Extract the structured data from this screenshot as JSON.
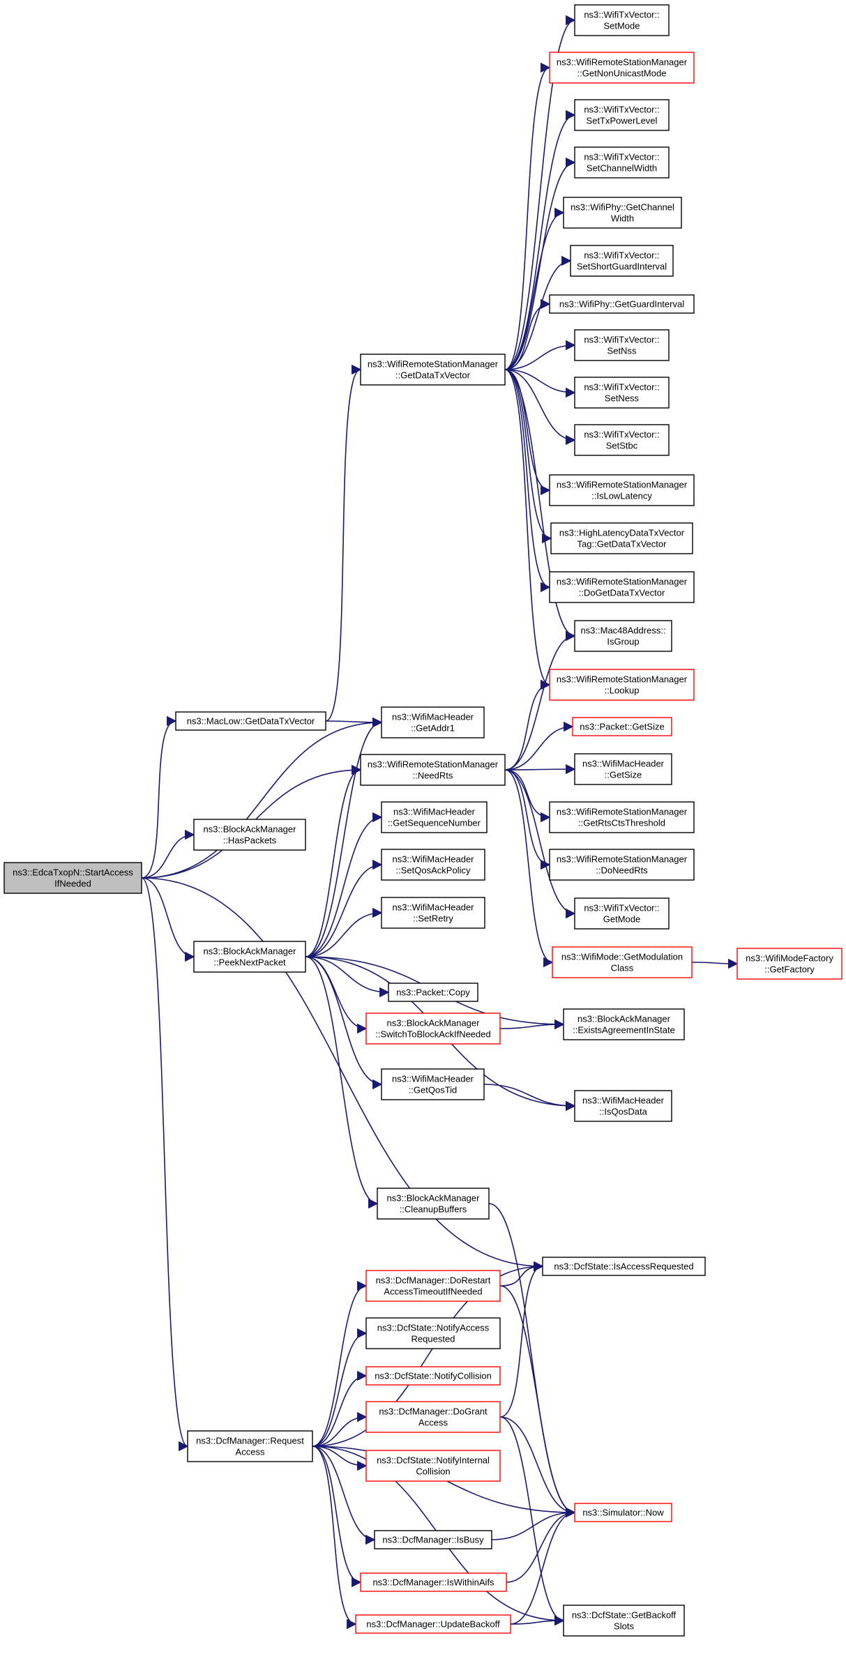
{
  "nodes": {
    "root": {
      "lines": [
        "ns3::EdcaTxopN::StartAccess",
        "IfNeeded"
      ],
      "color": "root"
    },
    "maclow_getdatatx": {
      "lines": [
        "ns3::MacLow::GetDataTxVector"
      ],
      "color": "black"
    },
    "bam_haspackets": {
      "lines": [
        "ns3::BlockAckManager",
        "::HasPackets"
      ],
      "color": "black"
    },
    "bam_peeknext": {
      "lines": [
        "ns3::BlockAckManager",
        "::PeekNextPacket"
      ],
      "color": "black"
    },
    "dcfm_request": {
      "lines": [
        "ns3::DcfManager::Request",
        "Access"
      ],
      "color": "black"
    },
    "wrsm_getdatatx": {
      "lines": [
        "ns3::WifiRemoteStationManager",
        "::GetDataTxVector"
      ],
      "color": "black"
    },
    "wmh_getaddr1": {
      "lines": [
        "ns3::WifiMacHeader",
        "::GetAddr1"
      ],
      "color": "black"
    },
    "wrsm_needrts": {
      "lines": [
        "ns3::WifiRemoteStationManager",
        "::NeedRts"
      ],
      "color": "black"
    },
    "wmh_getseq": {
      "lines": [
        "ns3::WifiMacHeader",
        "::GetSequenceNumber"
      ],
      "color": "black"
    },
    "wmh_setqosack": {
      "lines": [
        "ns3::WifiMacHeader",
        "::SetQosAckPolicy"
      ],
      "color": "black"
    },
    "wmh_setretry": {
      "lines": [
        "ns3::WifiMacHeader",
        "::SetRetry"
      ],
      "color": "black"
    },
    "packet_copy": {
      "lines": [
        "ns3::Packet::Copy"
      ],
      "color": "black"
    },
    "bam_switch": {
      "lines": [
        "ns3::BlockAckManager",
        "::SwitchToBlockAckIfNeeded"
      ],
      "color": "red"
    },
    "wmh_getqostid": {
      "lines": [
        "ns3::WifiMacHeader",
        "::GetQosTid"
      ],
      "color": "black"
    },
    "bam_cleanup": {
      "lines": [
        "ns3::BlockAckManager",
        "::CleanupBuffers"
      ],
      "color": "black"
    },
    "dcfm_dorestart": {
      "lines": [
        "ns3::DcfManager::DoRestart",
        "AccessTimeoutIfNeeded"
      ],
      "color": "red"
    },
    "dcfs_notifyaccess": {
      "lines": [
        "ns3::DcfState::NotifyAccess",
        "Requested"
      ],
      "color": "black"
    },
    "dcfs_notifycoll": {
      "lines": [
        "ns3::DcfState::NotifyCollision"
      ],
      "color": "red"
    },
    "dcfm_dogrant": {
      "lines": [
        "ns3::DcfManager::DoGrant",
        "Access"
      ],
      "color": "red"
    },
    "dcfs_notifyinternal": {
      "lines": [
        "ns3::DcfState::NotifyInternal",
        "Collision"
      ],
      "color": "red"
    },
    "dcfm_isbusy": {
      "lines": [
        "ns3::DcfManager::IsBusy"
      ],
      "color": "black"
    },
    "dcfm_iswithin": {
      "lines": [
        "ns3::DcfManager::IsWithinAifs"
      ],
      "color": "red"
    },
    "dcfm_updatebackoff": {
      "lines": [
        "ns3::DcfManager::UpdateBackoff"
      ],
      "color": "red"
    },
    "wtv_setmode": {
      "lines": [
        "ns3::WifiTxVector::",
        "SetMode"
      ],
      "color": "black"
    },
    "wrsm_getnonunicast": {
      "lines": [
        "ns3::WifiRemoteStationManager",
        "::GetNonUnicastMode"
      ],
      "color": "red"
    },
    "wtv_settxpower": {
      "lines": [
        "ns3::WifiTxVector::",
        "SetTxPowerLevel"
      ],
      "color": "black"
    },
    "wtv_setchwidth": {
      "lines": [
        "ns3::WifiTxVector::",
        "SetChannelWidth"
      ],
      "color": "black"
    },
    "wphy_getchwidth": {
      "lines": [
        "ns3::WifiPhy::GetChannel",
        "Width"
      ],
      "color": "black"
    },
    "wtv_setsgi": {
      "lines": [
        "ns3::WifiTxVector::",
        "SetShortGuardInterval"
      ],
      "color": "black"
    },
    "wphy_getgi": {
      "lines": [
        "ns3::WifiPhy::GetGuardInterval"
      ],
      "color": "black"
    },
    "wtv_setnss": {
      "lines": [
        "ns3::WifiTxVector::",
        "SetNss"
      ],
      "color": "black"
    },
    "wtv_setness": {
      "lines": [
        "ns3::WifiTxVector::",
        "SetNess"
      ],
      "color": "black"
    },
    "wtv_setstbc": {
      "lines": [
        "ns3::WifiTxVector::",
        "SetStbc"
      ],
      "color": "black"
    },
    "wrsm_islowlat": {
      "lines": [
        "ns3::WifiRemoteStationManager",
        "::IsLowLatency"
      ],
      "color": "black"
    },
    "hltag_getdatatx": {
      "lines": [
        "ns3::HighLatencyDataTxVector",
        "Tag::GetDataTxVector"
      ],
      "color": "black"
    },
    "wrsm_dogetdatatx": {
      "lines": [
        "ns3::WifiRemoteStationManager",
        "::DoGetDataTxVector"
      ],
      "color": "black"
    },
    "mac48_isgroup": {
      "lines": [
        "ns3::Mac48Address::",
        "IsGroup"
      ],
      "color": "black"
    },
    "wrsm_lookup": {
      "lines": [
        "ns3::WifiRemoteStationManager",
        "::Lookup"
      ],
      "color": "red"
    },
    "packet_getsize": {
      "lines": [
        "ns3::Packet::GetSize"
      ],
      "color": "red"
    },
    "wmh_getsize": {
      "lines": [
        "ns3::WifiMacHeader",
        "::GetSize"
      ],
      "color": "black"
    },
    "wrsm_getrtscts": {
      "lines": [
        "ns3::WifiRemoteStationManager",
        "::GetRtsCtsThreshold"
      ],
      "color": "black"
    },
    "wrsm_doneedrts": {
      "lines": [
        "ns3::WifiRemoteStationManager",
        "::DoNeedRts"
      ],
      "color": "black"
    },
    "wtv_getmode": {
      "lines": [
        "ns3::WifiTxVector::",
        "GetMode"
      ],
      "color": "black"
    },
    "wmode_getmodclass": {
      "lines": [
        "ns3::WifiMode::GetModulation",
        "Class"
      ],
      "color": "red"
    },
    "bam_existsagreement": {
      "lines": [
        "ns3::BlockAckManager",
        "::ExistsAgreementInState"
      ],
      "color": "black"
    },
    "wmh_isqosdata": {
      "lines": [
        "ns3::WifiMacHeader",
        "::IsQosData"
      ],
      "color": "black"
    },
    "dcfs_isaccessreq": {
      "lines": [
        "ns3::DcfState::IsAccessRequested"
      ],
      "color": "black"
    },
    "sim_now": {
      "lines": [
        "ns3::Simulator::Now"
      ],
      "color": "red"
    },
    "dcfs_getbackoff": {
      "lines": [
        "ns3::DcfState::GetBackoff",
        "Slots"
      ],
      "color": "black"
    },
    "wmf_getfactory": {
      "lines": [
        "ns3::WifiModeFactory",
        "::GetFactory"
      ],
      "color": "red"
    }
  },
  "edges": [
    [
      "root",
      "maclow_getdatatx"
    ],
    [
      "root",
      "wmh_getaddr1"
    ],
    [
      "root",
      "bam_haspackets"
    ],
    [
      "root",
      "wrsm_needrts"
    ],
    [
      "root",
      "bam_peeknext"
    ],
    [
      "root",
      "dcfs_isaccessreq"
    ],
    [
      "root",
      "dcfm_request"
    ],
    [
      "maclow_getdatatx",
      "wrsm_getdatatx"
    ],
    [
      "maclow_getdatatx",
      "wmh_getaddr1"
    ],
    [
      "wrsm_getdatatx",
      "wtv_setmode"
    ],
    [
      "wrsm_getdatatx",
      "wrsm_getnonunicast"
    ],
    [
      "wrsm_getdatatx",
      "wtv_settxpower"
    ],
    [
      "wrsm_getdatatx",
      "wtv_setchwidth"
    ],
    [
      "wrsm_getdatatx",
      "wphy_getchwidth"
    ],
    [
      "wrsm_getdatatx",
      "wtv_setsgi"
    ],
    [
      "wrsm_getdatatx",
      "wphy_getgi"
    ],
    [
      "wrsm_getdatatx",
      "wtv_setnss"
    ],
    [
      "wrsm_getdatatx",
      "wtv_setness"
    ],
    [
      "wrsm_getdatatx",
      "wtv_setstbc"
    ],
    [
      "wrsm_getdatatx",
      "wrsm_islowlat"
    ],
    [
      "wrsm_getdatatx",
      "hltag_getdatatx"
    ],
    [
      "wrsm_getdatatx",
      "wrsm_dogetdatatx"
    ],
    [
      "wrsm_getdatatx",
      "mac48_isgroup"
    ],
    [
      "wrsm_getdatatx",
      "wrsm_lookup"
    ],
    [
      "wrsm_needrts",
      "mac48_isgroup"
    ],
    [
      "wrsm_needrts",
      "wrsm_lookup"
    ],
    [
      "wrsm_needrts",
      "packet_getsize"
    ],
    [
      "wrsm_needrts",
      "wmh_getsize"
    ],
    [
      "wrsm_needrts",
      "wrsm_getrtscts"
    ],
    [
      "wrsm_needrts",
      "wrsm_doneedrts"
    ],
    [
      "wrsm_needrts",
      "wtv_getmode"
    ],
    [
      "wrsm_needrts",
      "wmode_getmodclass"
    ],
    [
      "wmode_getmodclass",
      "wmf_getfactory"
    ],
    [
      "bam_peeknext",
      "wmh_getaddr1"
    ],
    [
      "bam_peeknext",
      "wrsm_needrts"
    ],
    [
      "bam_peeknext",
      "wmh_getseq"
    ],
    [
      "bam_peeknext",
      "wmh_setqosack"
    ],
    [
      "bam_peeknext",
      "wmh_setretry"
    ],
    [
      "bam_peeknext",
      "packet_copy"
    ],
    [
      "bam_peeknext",
      "bam_switch"
    ],
    [
      "bam_peeknext",
      "bam_existsagreement"
    ],
    [
      "bam_peeknext",
      "wmh_getqostid"
    ],
    [
      "bam_peeknext",
      "wmh_isqosdata"
    ],
    [
      "bam_peeknext",
      "bam_cleanup"
    ],
    [
      "bam_switch",
      "bam_existsagreement"
    ],
    [
      "wmh_getqostid",
      "wmh_isqosdata"
    ],
    [
      "bam_cleanup",
      "sim_now"
    ],
    [
      "dcfm_request",
      "dcfs_isaccessreq"
    ],
    [
      "dcfm_request",
      "dcfm_dorestart"
    ],
    [
      "dcfm_request",
      "dcfs_notifyaccess"
    ],
    [
      "dcfm_request",
      "dcfs_notifycoll"
    ],
    [
      "dcfm_request",
      "dcfm_dogrant"
    ],
    [
      "dcfm_request",
      "dcfs_notifyinternal"
    ],
    [
      "dcfm_request",
      "sim_now"
    ],
    [
      "dcfm_request",
      "dcfm_isbusy"
    ],
    [
      "dcfm_request",
      "dcfm_iswithin"
    ],
    [
      "dcfm_request",
      "dcfm_updatebackoff"
    ],
    [
      "dcfm_request",
      "dcfs_getbackoff"
    ],
    [
      "dcfm_dorestart",
      "dcfs_isaccessreq"
    ],
    [
      "dcfm_dorestart",
      "sim_now"
    ],
    [
      "dcfm_dogrant",
      "dcfs_isaccessreq"
    ],
    [
      "dcfm_dogrant",
      "sim_now"
    ],
    [
      "dcfm_dogrant",
      "dcfs_getbackoff"
    ],
    [
      "dcfm_isbusy",
      "sim_now"
    ],
    [
      "dcfm_iswithin",
      "sim_now"
    ],
    [
      "dcfm_updatebackoff",
      "sim_now"
    ],
    [
      "dcfm_updatebackoff",
      "dcfs_getbackoff"
    ]
  ]
}
